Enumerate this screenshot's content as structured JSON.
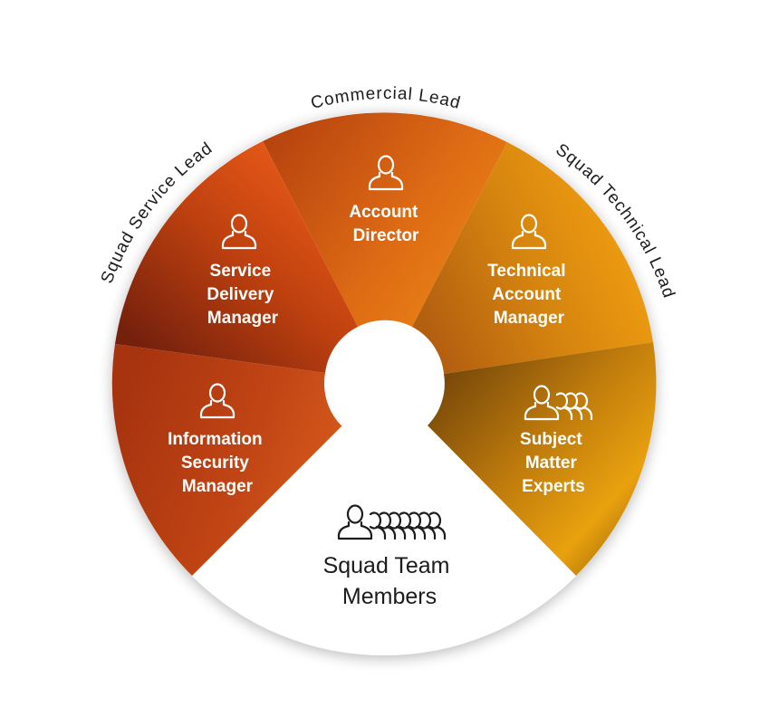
{
  "diagram": {
    "outer_labels": {
      "commercial_lead": "Commercial Lead",
      "squad_service_lead": "Squad Service Lead",
      "squad_technical_lead": "Squad Technical Lead"
    },
    "segments": {
      "account_director": {
        "line1": "Account",
        "line2": "Director"
      },
      "service_delivery_manager": {
        "line1": "Service",
        "line2": "Delivery",
        "line3": "Manager"
      },
      "technical_account_manager": {
        "line1": "Technical",
        "line2": "Account",
        "line3": "Manager"
      },
      "information_security_manager": {
        "line1": "Information",
        "line2": "Security",
        "line3": "Manager"
      },
      "subject_matter_experts": {
        "line1": "Subject",
        "line2": "Matter",
        "line3": "Experts"
      }
    },
    "center": {
      "line1": "Squad Team",
      "line2": "Members"
    },
    "icons": {
      "single": "person-icon",
      "group_small": "person-group-icon",
      "group_large": "team-group-icon"
    },
    "colors": {
      "dark_red": "#7a2510",
      "red_orange": "#d6521a",
      "orange": "#e8791a",
      "amber": "#f2a20c",
      "olive_brown": "#8a5a0c",
      "white": "#ffffff",
      "text_dark": "#1c1c1c"
    }
  }
}
